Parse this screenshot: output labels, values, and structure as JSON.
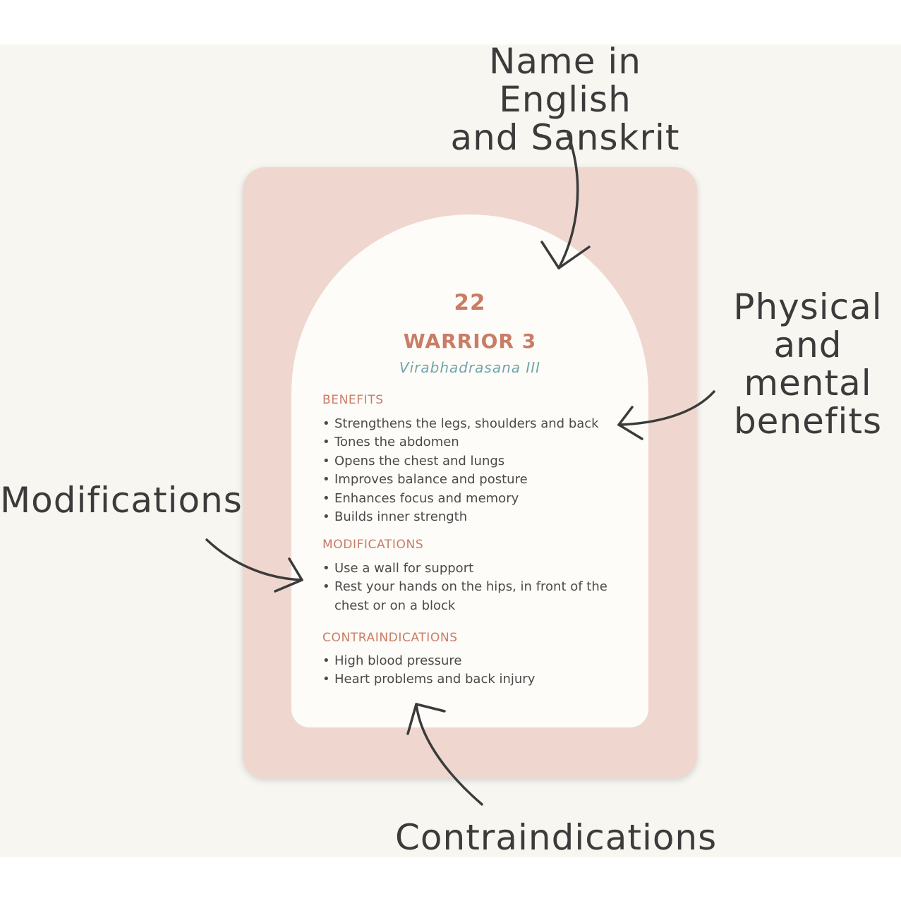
{
  "annotations": {
    "name": "Name in English\nand Sanskrit",
    "benefits": "Physical\nand mental\nbenefits",
    "modifications": "Modifications",
    "contraindications": "Contraindications"
  },
  "card": {
    "number": "22",
    "title": "WARRIOR 3",
    "sanskrit": "Virabhadrasana III",
    "benefits_heading": "BENEFITS",
    "benefits": [
      "Strengthens the legs, shoulders and back",
      "Tones the abdomen",
      "Opens the chest and lungs",
      "Improves balance and posture",
      "Enhances focus and memory",
      "Builds inner strength"
    ],
    "modifications_heading": "MODIFICATIONS",
    "modifications": [
      "Use a wall for support",
      "Rest your hands on the hips, in front of the chest or on a block"
    ],
    "contraindications_heading": "CONTRAINDICATIONS",
    "contraindications": [
      "High blood pressure",
      "Heart problems and back injury"
    ]
  },
  "colors": {
    "background": "#f8f6f1",
    "card": "#efd7cf",
    "arch": "#fdfcf8",
    "accent": "#c97c66",
    "sanskrit": "#6fa5ab",
    "ink": "#3b3b3b"
  }
}
